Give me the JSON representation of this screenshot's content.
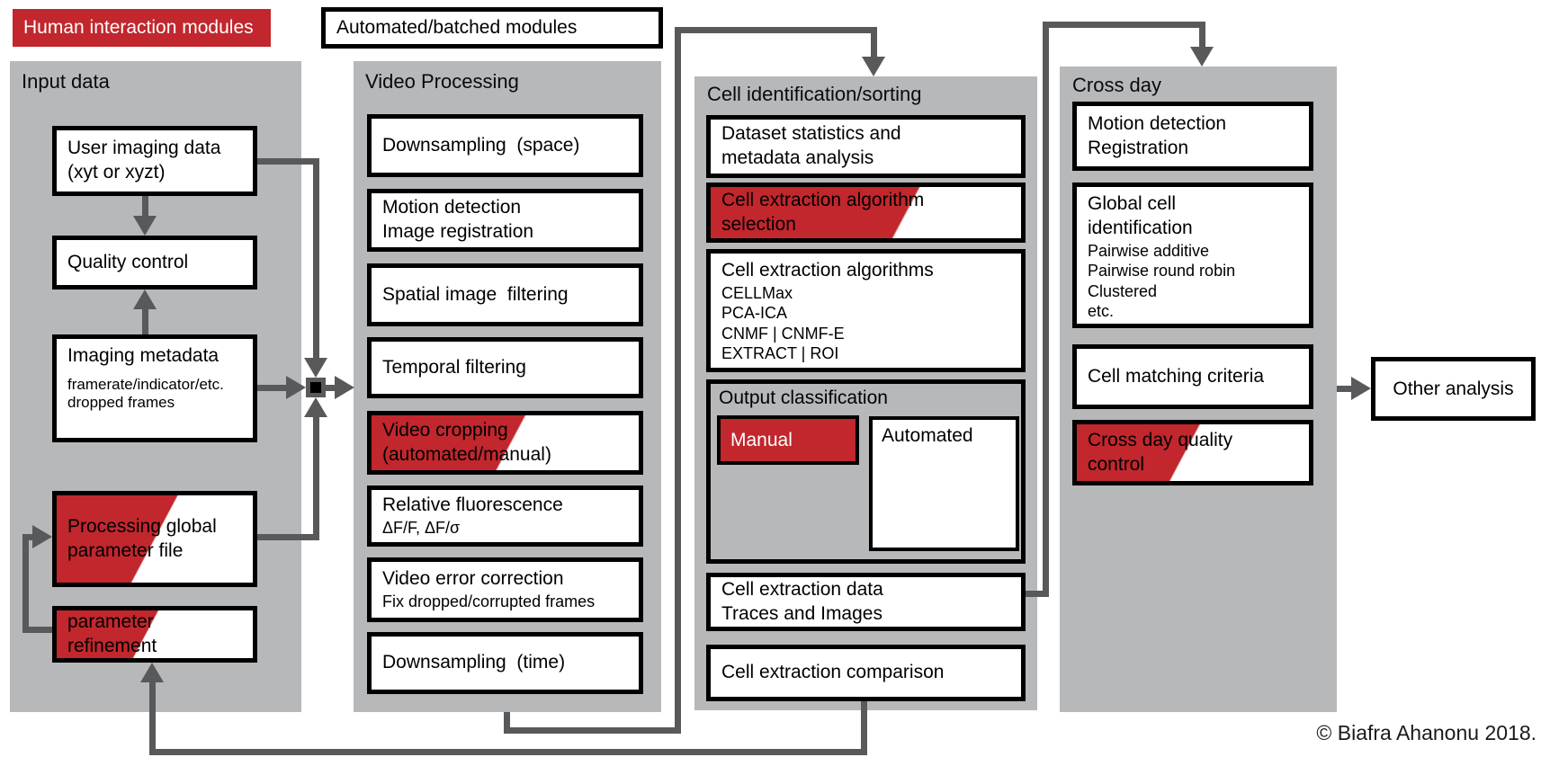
{
  "legend": {
    "human": "Human interaction modules",
    "automated": "Automated/batched modules"
  },
  "colors": {
    "accent_red": "#c1272d",
    "column_gray": "#b7b8ba",
    "connector_gray": "#58595b",
    "border_black": "#000000",
    "background": "#ffffff"
  },
  "columns": {
    "input": {
      "header": "Input data",
      "boxes": [
        {
          "lines": [
            "User imaging data",
            "(xyt or xyzt)"
          ]
        },
        {
          "lines": [
            "Quality control"
          ]
        },
        {
          "lines": [
            "Imaging metadata"
          ],
          "subs": [
            "framerate/indicator/etc.",
            "dropped frames"
          ]
        },
        {
          "lines": [
            "Processing global",
            "parameter file"
          ]
        },
        {
          "lines": [
            "parameter",
            "refinement"
          ]
        }
      ]
    },
    "video": {
      "header": "Video Processing",
      "boxes": [
        {
          "lines": [
            "Downsampling  (space)"
          ]
        },
        {
          "lines": [
            "Motion detection",
            "Image registration"
          ]
        },
        {
          "lines": [
            "Spatial image  filtering"
          ]
        },
        {
          "lines": [
            "Temporal filtering"
          ]
        },
        {
          "lines": [
            "Video cropping",
            "(automated/manual)"
          ]
        },
        {
          "lines": [
            "Relative fluorescence"
          ],
          "subs": [
            "ΔF/F, ΔF/σ"
          ]
        },
        {
          "lines": [
            "Video error correction"
          ],
          "subs": [
            "Fix dropped/corrupted frames"
          ]
        },
        {
          "lines": [
            "Downsampling  (time)"
          ]
        }
      ]
    },
    "cellid": {
      "header": "Cell identification/sorting",
      "boxes": [
        {
          "lines": [
            "Dataset statistics and",
            "metadata analysis"
          ]
        },
        {
          "lines": [
            "Cell extraction algorithm",
            "selection"
          ]
        },
        {
          "lines": [
            "Cell extraction algorithms"
          ],
          "subs": [
            "CELLMax",
            "PCA-ICA",
            "CNMF | CNMF-E",
            "EXTRACT | ROI"
          ]
        },
        {
          "lines": [
            "Cell extraction data",
            "Traces and Images"
          ]
        },
        {
          "lines": [
            "Cell extraction comparison"
          ]
        }
      ],
      "output": {
        "header": "Output classification",
        "manual": "Manual",
        "automated": "Automated"
      }
    },
    "crossday": {
      "header": "Cross day",
      "boxes": [
        {
          "lines": [
            "Motion detection",
            "Registration"
          ]
        },
        {
          "lines": [
            "Global cell",
            "identification"
          ],
          "subs": [
            "Pairwise additive",
            "Pairwise round robin",
            "Clustered",
            "etc."
          ]
        },
        {
          "lines": [
            "Cell matching criteria"
          ]
        },
        {
          "lines": [
            "Cross day quality",
            "control"
          ]
        }
      ]
    }
  },
  "other_analysis": "Other analysis",
  "copyright": "© Biafra Ahanonu 2018."
}
